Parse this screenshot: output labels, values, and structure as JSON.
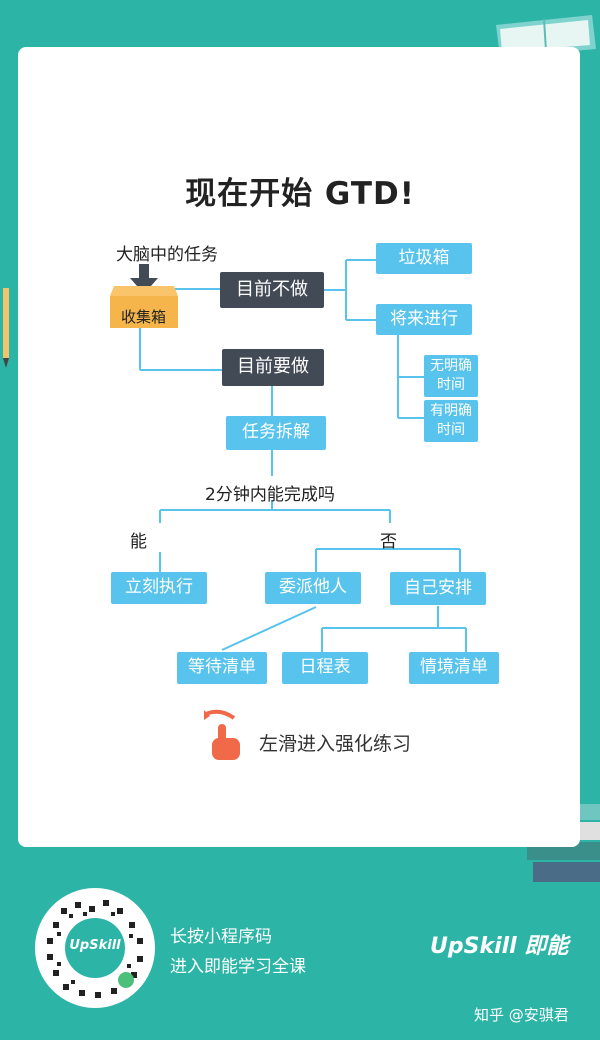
{
  "title": "现在开始 GTD!",
  "diagram": {
    "brain_tasks": "大脑中的任务",
    "inbox": "收集箱",
    "not_now": "目前不做",
    "trash": "垃圾箱",
    "future": "将来进行",
    "no_time": "无明确时间",
    "has_time": "有明确时间",
    "do_now": "目前要做",
    "breakdown": "任务拆解",
    "question": "2分钟内能完成吗",
    "yes": "能",
    "no": "否",
    "do_immediately": "立刻执行",
    "delegate": "委派他人",
    "self_arrange": "自己安排",
    "waiting_list": "等待清单",
    "calendar": "日程表",
    "context_list": "情境清单"
  },
  "swipe_hint": "左滑进入强化练习",
  "footer": {
    "qr_line1": "长按小程序码",
    "qr_line2": "进入即能学习全课",
    "brand": "UpSkill 即能",
    "qr_logo": "UpSkill"
  },
  "watermark": "知乎 @安骐君",
  "colors": {
    "background": "#2cb5a6",
    "node_blue": "#58c3ed",
    "node_dark": "#424a55",
    "inbox_orange": "#f6b54a",
    "hand_red": "#f06a4a"
  }
}
